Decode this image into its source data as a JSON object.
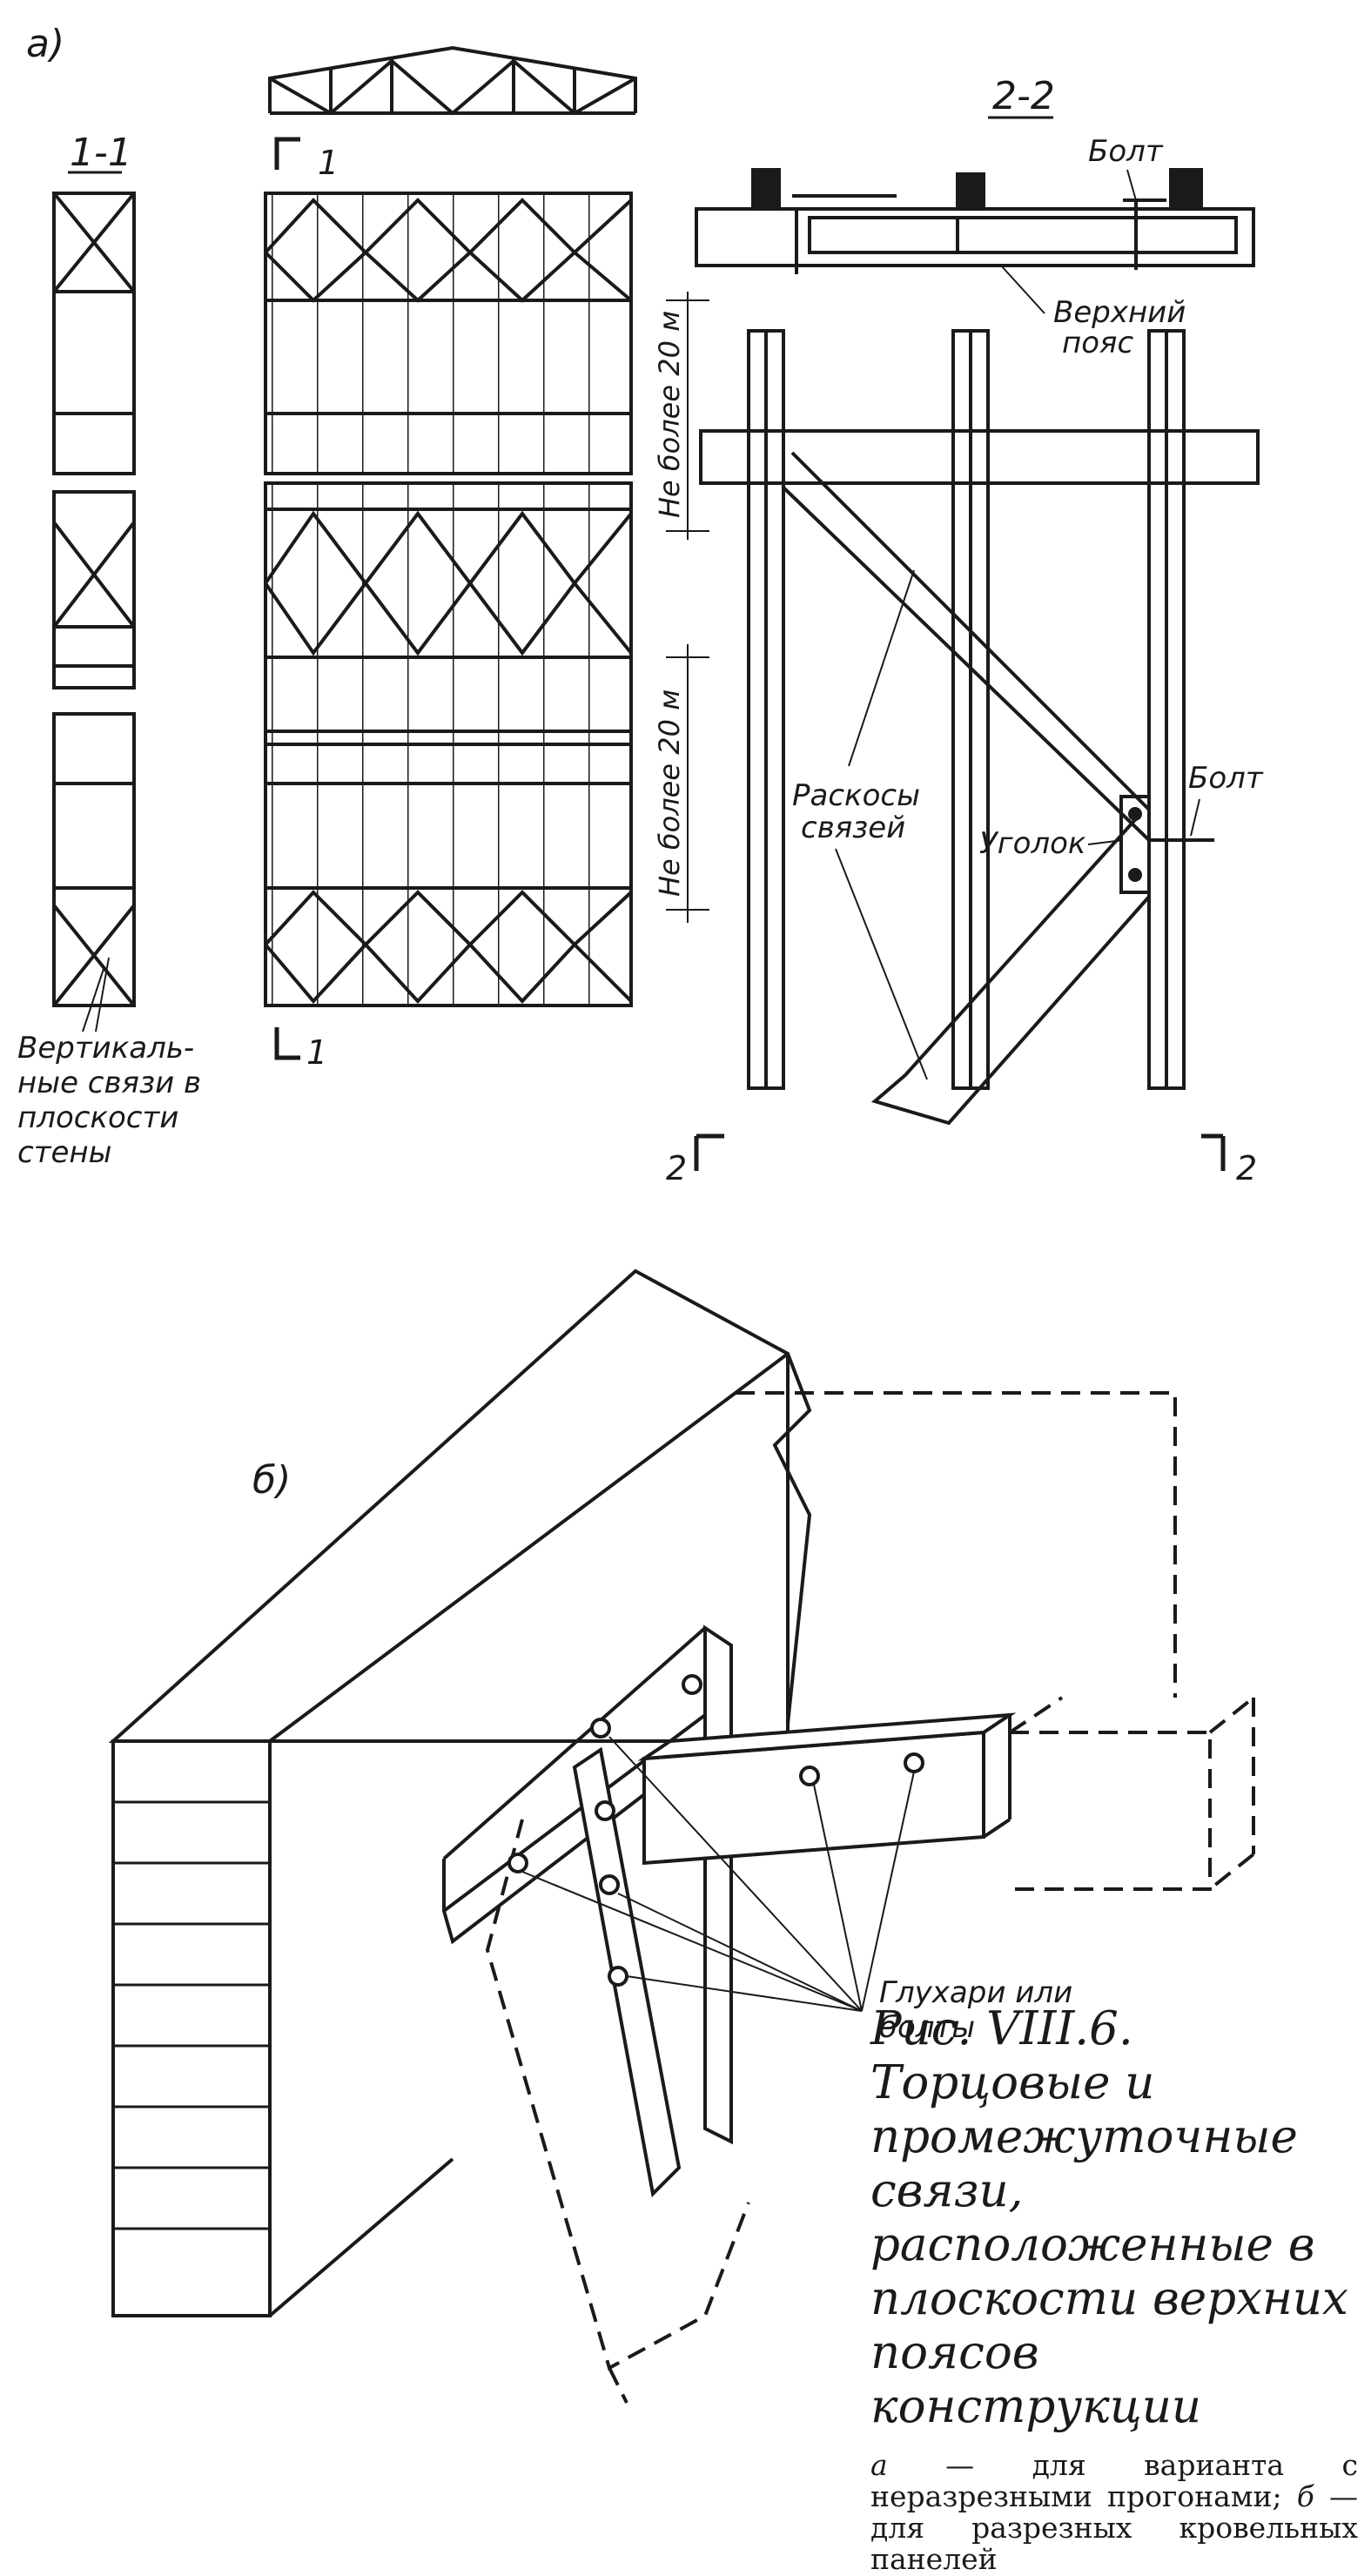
{
  "part_a": {
    "label": "а)",
    "section_1_1": "1-1",
    "section_2_2": "2-2",
    "marker_1_top": "1",
    "marker_1_bottom": "1",
    "marker_2_left": "2",
    "marker_2_right": "2",
    "dim_upper": "Не более 20 м",
    "dim_lower": "Не более 20 м",
    "label_bolt_top": "Болт",
    "label_top_chord": [
      "Верхний",
      "пояс"
    ],
    "label_bolt_side": "Болт",
    "label_angle": "Уголок",
    "label_braces": [
      "Раскосы",
      "связей"
    ],
    "label_vertical": [
      "Вертикаль-",
      "ные связи в",
      "плоскости",
      "стены"
    ]
  },
  "part_b": {
    "label": "б)",
    "label_fasteners": [
      "Глухари или",
      "болты"
    ]
  },
  "caption": {
    "title": "Рис. VIII.6. Торцовые и промежуточные связи, расположенные в плоскости верхних поясов конструкции",
    "sub_a_letter": "а",
    "sub_a_text": " — для варианта с неразрезными прогонами; ",
    "sub_b_letter": "б",
    "sub_b_text": " — для разрезных кровельных панелей"
  }
}
